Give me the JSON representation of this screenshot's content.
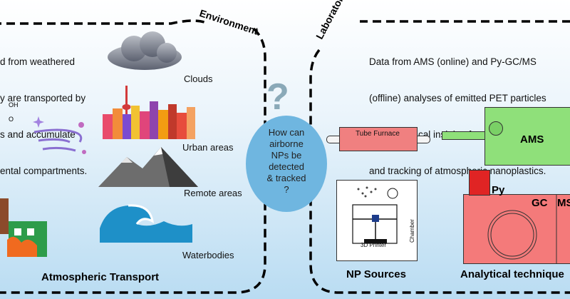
{
  "labels": {
    "environment": "Environment",
    "laboratory": "Laboratory",
    "env_text": [
      "d from weathered",
      "y are transported by",
      "s and accumulate",
      "ental compartments."
    ],
    "lab_text": [
      "Data from AMS (online) and Py-GC/MS",
      "(offline) analyses of emitted PET particles",
      "provide critical insights for the identification",
      "and tracking of atmospheric nanoplastics."
    ],
    "clouds": "Clouds",
    "urban": "Urban areas",
    "remote": "Remote areas",
    "water": "Waterbodies",
    "atm_transport": "Atmospheric Transport",
    "question": [
      "How can",
      "airborne",
      "NPs be",
      "detected",
      "& tracked",
      "?"
    ],
    "oh": "OH",
    "o": "O",
    "tube_furnace": "Tube Furnace",
    "printer": "3D Printer",
    "chamber": "Chamber",
    "np_sources": "NP Sources",
    "ams": "AMS",
    "py": "Py",
    "gc": "GC",
    "ms": "MS",
    "analytical": "Analytical technique"
  },
  "colors": {
    "tube": "#f08080",
    "ams": "#8fe07a",
    "gcms": "#f47a7a",
    "py": "#e02424",
    "circle": "#6fb6e0"
  }
}
